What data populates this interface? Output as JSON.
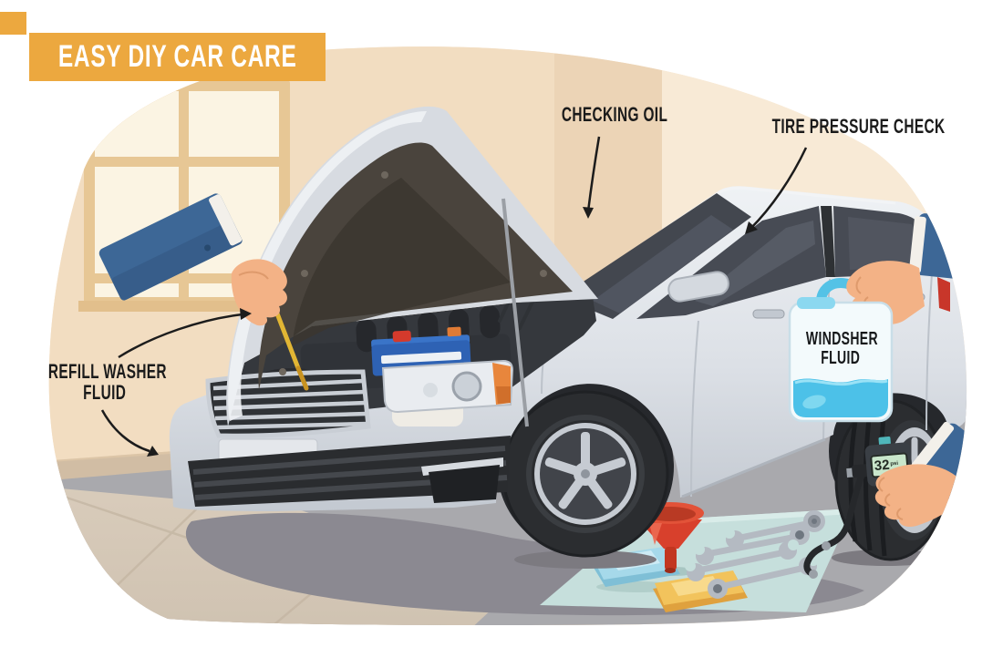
{
  "image_type": "car care infographic illustration",
  "title": {
    "badge_text": "EASY DIY CAR CARE"
  },
  "annotations": {
    "checking_oil": {
      "label": "CHECKING OIL"
    },
    "tire_pressure_check": {
      "label": "TIRE PRESSURE CHECK"
    },
    "refill_washer_fluid": {
      "line1": "REFILL WASHER",
      "line2": "FLUID"
    }
  },
  "objects": {
    "jug": {
      "line1": "WINDSHER",
      "line2": "FLUID"
    },
    "gauge": {
      "value": "32",
      "unit": "psi"
    },
    "scene_items": [
      "open-hood sedan",
      "dipstick in hand",
      "windshield fluid jug",
      "digital tire pressure gauge on rear tire",
      "air hose",
      "tool mat with red funnel, wrenches, blue cloth, yellow cloth",
      "garage window"
    ]
  },
  "palette": {
    "banner_orange": "#ECA83F",
    "wall_peach": "#F6E4CB",
    "floor_gray": "#A9A9AD",
    "mat_teal": "#C6DFDC",
    "funnel_red": "#D8402C",
    "fluid_blue": "#4CC1E8",
    "sleeve_blue": "#3D6796",
    "car_silver": "#DDE1E7",
    "label_black": "#1B1B1B"
  }
}
